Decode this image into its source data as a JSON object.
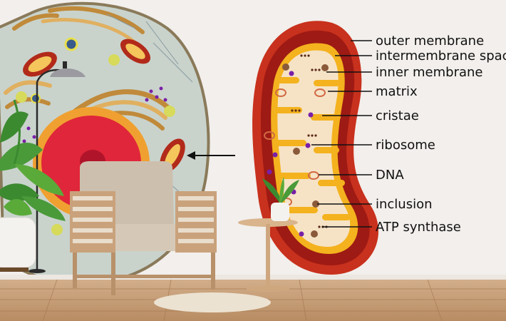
{
  "colors": {
    "wall": "#f2efec",
    "floor": "#c9a27c",
    "cell_fill": "#c9d3cc",
    "cell_outline": "#8a7a5a",
    "nucleus": "#e0263a",
    "outer_membrane": "#c8311d",
    "intermembrane": "#9e1a14",
    "inner_membrane": "#f4b21e",
    "matrix": "#f6e3c6",
    "dna_granule": "#d06a45",
    "ribosome": "#7a1fa8",
    "inclusion": "#8a5a3a",
    "label_line": "#111111"
  },
  "labels": [
    "outer membrane",
    "intermembrane space",
    "inner membrane",
    "matrix",
    "cristae",
    "ribosome",
    "DNA",
    "inclusion",
    "ATP synthase"
  ],
  "icons": {
    "arrow": "arrow-left-icon",
    "lamp": "floor-lamp-icon",
    "plant": "potted-plant-icon"
  }
}
